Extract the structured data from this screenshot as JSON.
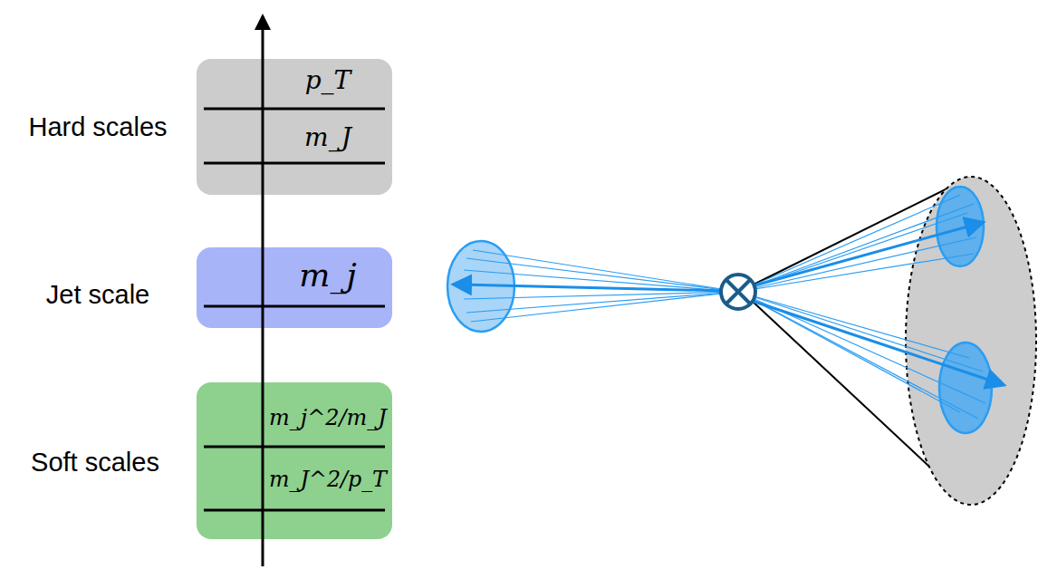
{
  "diagram": {
    "nodes": [
      {
        "text": [
          "Hard scales",
          "p_T",
          "m_J"
        ]
      },
      {
        "text": [
          "Jet scale",
          "m_j"
        ]
      },
      {
        "text": [
          "Soft scales",
          "m_j^2/m_J",
          "m_J^2/p_T"
        ]
      }
    ]
  }
}
